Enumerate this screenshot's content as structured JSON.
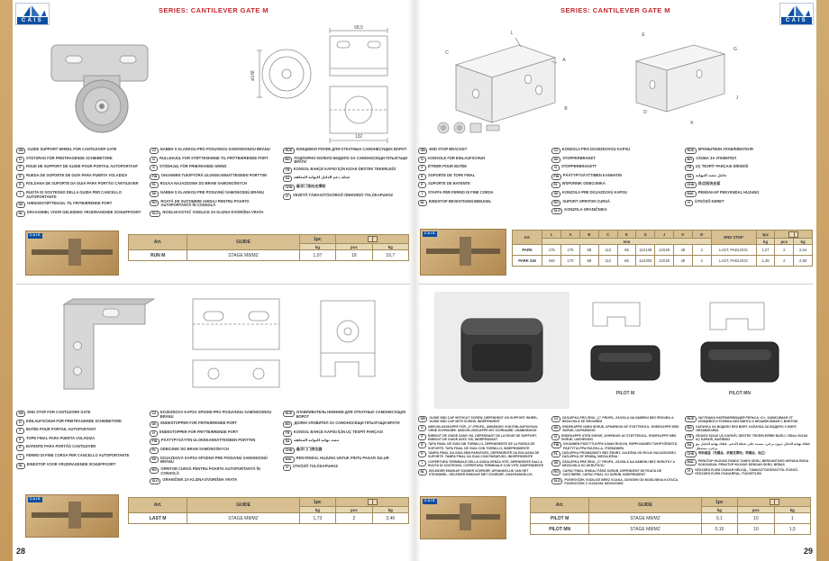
{
  "brand": {
    "name": "CAIS",
    "accent_blue": "#0b4ea2",
    "accent_red": "#c4262e",
    "strip_tan": "#c79d60"
  },
  "pages": [
    {
      "header": "SERIES: CANTILEVER GATE M",
      "number": "28",
      "products": [
        {
          "id": "RUN M",
          "dims": {
            "width": "68,5",
            "length": "132",
            "diameter": "ø148"
          },
          "desc_cols": [
            [
              {
                "code": "GB",
                "text": "GUIDE SUPPORT WHEEL FOR CANTILEVER GATE"
              },
              {
                "code": "D",
                "text": "STÜTZRAD FÜR FREITRAGENDE SCHIEBETORE"
              },
              {
                "code": "F",
                "text": "ROUE DE SUPPORT DE GUIDE POUR PORTAIL AUTOPORTANT"
              },
              {
                "code": "E",
                "text": "RUEDA DE SOPORTE DE GUÍA PARA PUERTA VOLADIZA"
              },
              {
                "code": "P",
                "text": "ROLDANA DE SUPORTE DA GUIA PARA PORTÃO CANTILEVER"
              },
              {
                "code": "I",
                "text": "RUOTA DI SOSTEGNO DELLA GUIDA PER CANCELLO AUTOPORTANTE"
              },
              {
                "code": "DK",
                "text": "HÆNGESTØTTEHJUL TIL FRITBÆRENDE PORT"
              },
              {
                "code": "NL",
                "text": "DRAAGWIEL VOOR GELEIDING VRIJDRAGENDE SCHUIFPOORT"
              }
            ],
            [
              {
                "code": "CZ",
                "text": "NÁBĚH S KLADKOU PRO POSUVNOU SAMONOSNOU BRÁNU"
              },
              {
                "code": "N",
                "text": "RULLEHJUL FOR STØTTESKINNE TIL FRITTBÆRENDE PORT"
              },
              {
                "code": "S",
                "text": "STÖDHJUL FÖR FRIBÄRANDE GRIND"
              },
              {
                "code": "FIN",
                "text": "OHJAIMEN TUKIPYÖRÄ ULOKEKANNATTEISEEN PORTTIIN"
              },
              {
                "code": "PL",
                "text": "ROLKA NAJAZDOWA DO BRAM SAMONOŚNYCH"
              },
              {
                "code": "SK",
                "text": "NÁBEH S KLADKOU PRE POSUVNÚ SAMONOSNÚ BRÁNU"
              },
              {
                "code": "RO",
                "text": "ROATĂ DE SUSȚINERE GHIDAJ PENTRU POARTA AUTOPORTANTĂ ÎN CONSOLĂ"
              },
              {
                "code": "SLO",
                "text": "NOSILNI KOTAČ VODILICE ZA KLIZNA DVORIŠNA VRATA"
              }
            ],
            [
              {
                "code": "RUS",
                "text": "КОНЦЕВОЙ РОЛИК ДЛЯ ОТКАТНЫХ САМОНЕСУЩИХ ВОРОТ"
              },
              {
                "code": "BG",
                "text": "ПОДПОРНО КОЛЕЛО ВОДИЛО ЗА САМОНОСЕЩИ ПЛЪЗГАЩИ ВРАТИ"
              },
              {
                "code": "TR",
                "text": "KONSOL BAHÇE KAPISI İÇİN KIZAK DESTEK TEKERLEĞİ"
              },
              {
                "code": "SA",
                "text": "عجلة دعم الدليل للبوابة المعلقة"
              },
              {
                "code": "CHN",
                "text": "悬浮门导向支撑轮"
              },
              {
                "code": "H",
                "text": "VEZETŐ TÁMASZTÓGÖRGŐ ÖNHORDÓ TOLÓKAPUHOZ"
              }
            ]
          ],
          "table": {
            "header_rows": [
              [
                {
                  "t": "Art.",
                  "rs": 2
                },
                {
                  "t": "GUIDE",
                  "rs": 2
                },
                {
                  "t": "1pc"
                },
                {
                  "icon": "package",
                  "span": 2
                }
              ],
              [
                {
                  "t": "kg"
                },
                {
                  "t": "pcs"
                },
                {
                  "t": "kg"
                }
              ]
            ],
            "rows": [
              [
                "RUN M",
                "STAGE M8/MZ",
                "1,07",
                "18",
                "10,7"
              ]
            ]
          }
        },
        {
          "id": "LAST M",
          "desc_cols": [
            [
              {
                "code": "GB",
                "text": "END STOP FOR CANTILEVER GATE"
              },
              {
                "code": "D",
                "text": "EINLAUFSCHUH FÜR FREITRAGENDE SCHIEBETORE"
              },
              {
                "code": "F",
                "text": "BUTÉE POUR PORTAIL AUTOPORTANT"
              },
              {
                "code": "E",
                "text": "TOPE FINAL PARA PUERTA VOLADIZA"
              },
              {
                "code": "P",
                "text": "BATENTE PARA PORTÃO CANTILEVER"
              },
              {
                "code": "I",
                "text": "FERMO DI FINE CORSA PER CANCELLO AUTOPORTANTE"
              },
              {
                "code": "NL",
                "text": "EINDSTOP VOOR VRIJDRAGENDE SCHUIFPOORT"
              }
            ],
            [
              {
                "code": "CZ",
                "text": "DOJEZDOVÁ KAPSA SPODNÍ PRO POSUVNOU SAMONOSNOU BRÁNU"
              },
              {
                "code": "DK",
                "text": "ENDESTOPPER FOR FRITBÆRENDE PORT"
              },
              {
                "code": "N",
                "text": "ENDESTOPPER FOR FRITTBÆRENDE PORT"
              },
              {
                "code": "FIN",
                "text": "PÄÄTYPYSÄYTIN ULOKEKANNATTEISEEN PORTTIIN"
              },
              {
                "code": "PL",
                "text": "ODBOJNIK DO BRAM SAMONOŚNYCH"
              },
              {
                "code": "SK",
                "text": "DOJAZDOVÁ KAPSA SPODNÁ PRE POSUVNÚ SAMONOSNÚ BRÁNU"
              },
              {
                "code": "RO",
                "text": "OPRITOR CURSĂ PENTRU POARTA AUTOPORTANTĂ ÎN CONSOLĂ"
              },
              {
                "code": "SLO",
                "text": "GRANIČNIK ZA KLIZNA DVORIŠNA VRATA"
              }
            ],
            [
              {
                "code": "RUS",
                "text": "УЛАВЛИВАТЕЛЬ НИЖНИЙ ДЛЯ ОТКАТНЫХ САМОНЕСУЩИХ ВОРОТ"
              },
              {
                "code": "BG",
                "text": "ДОЛЕН УЛОВИТЕЛ ЗА САМОНОСЕЩИ ПЛЪЗГАЩИ ВРАТИ"
              },
              {
                "code": "TR",
                "text": "KONSOL BAHÇE KAPISI İÇİN UÇ TESPİT PARÇASI"
              },
              {
                "code": "SA",
                "text": "مصد نهاية للبوابة المعلقة"
              },
              {
                "code": "CHN",
                "text": "悬浮门门限位器"
              },
              {
                "code": "MAL",
                "text": "PENYENDAL HUJUNG UNTUK PINTU PAGAR JULUR"
              },
              {
                "code": "H",
                "text": "ÜTKÖZŐ TOLÓKAPUHOZ"
              }
            ]
          ],
          "table": {
            "header_rows": [
              [
                {
                  "t": "Art.",
                  "rs": 2
                },
                {
                  "t": "GUIDE",
                  "rs": 2
                },
                {
                  "t": "1pc"
                },
                {
                  "icon": "package",
                  "span": 2
                }
              ],
              [
                {
                  "t": "kg"
                },
                {
                  "t": "pcs"
                },
                {
                  "t": "kg"
                }
              ]
            ],
            "rows": [
              [
                "LAST M",
                "STAGE M8/MZ",
                "1,73",
                "2",
                "3,46"
              ]
            ]
          }
        }
      ]
    },
    {
      "header": "SERIES: CANTILEVER GATE M",
      "number": "29",
      "products": [
        {
          "id": "PARK",
          "letters": [
            "L",
            "A",
            "B",
            "C",
            "E",
            "G",
            "J",
            "K",
            "D"
          ],
          "desc_cols": [
            [
              {
                "code": "GB",
                "text": "END STOP BRACKET"
              },
              {
                "code": "D",
                "text": "KONSOLE FÜR EINLAUFSCHUH"
              },
              {
                "code": "F",
                "text": "ÉTRIER POUR BUTÉE"
              },
              {
                "code": "E",
                "text": "SOPORTE DE TOPE FINAL"
              },
              {
                "code": "P",
                "text": "SUPORTE DE BATENTE"
              },
              {
                "code": "I",
                "text": "STAFFA PER FERMO DI FINE CORSA"
              },
              {
                "code": "NL",
                "text": "EINDSTOP BEVESTIGINGSBEUGEL"
              }
            ],
            [
              {
                "code": "CZ",
                "text": "KONZOLA PRO DOJEZDOVOU KAPSU"
              },
              {
                "code": "DK",
                "text": "STOPPERBRAKET"
              },
              {
                "code": "N",
                "text": "STOPPERBRAKETT"
              },
              {
                "code": "FIN",
                "text": "PÄÄTYPYSÄYTTIMEN KANNATIN"
              },
              {
                "code": "PL",
                "text": "WSPORNIK ODBOJNIKA"
              },
              {
                "code": "SK",
                "text": "KONZOLA PRE DOJAZDOVÚ KAPSU"
              },
              {
                "code": "RO",
                "text": "SUPORT OPRITOR CURSĂ"
              },
              {
                "code": "SLO",
                "text": "KONZOLA GRANIČNIKA"
              }
            ],
            [
              {
                "code": "RUS",
                "text": "КРОНШТЕЙН УЛАВЛИВАТЕЛЯ"
              },
              {
                "code": "BG",
                "text": "СКОБА ЗА УЛОВИТЕЛ"
              },
              {
                "code": "TR",
                "text": "UÇ TESPİT PARÇASI DİRSEĞİ"
              },
              {
                "code": "SA",
                "text": "حامل مصد النهاية"
              },
              {
                "code": "CHN",
                "text": "终点挡块支架"
              },
              {
                "code": "MAL",
                "text": "PENDAKAP PENYENDAL HUJUNG"
              },
              {
                "code": "H",
                "text": "ÜTKÖZŐ-KERET"
              }
            ]
          ],
          "table": {
            "header_rows": [
              [
                {
                  "t": "Art.",
                  "rs": 2
                },
                {
                  "t": "L"
                },
                {
                  "t": "A"
                },
                {
                  "t": "B"
                },
                {
                  "t": "C"
                },
                {
                  "t": "E"
                },
                {
                  "t": "G"
                },
                {
                  "t": "J"
                },
                {
                  "t": "K"
                },
                {
                  "t": "D"
                },
                {
                  "t": "END STOP",
                  "rs": 2
                },
                {
                  "t": "1pc"
                },
                {
                  "icon": "package",
                  "span": 2
                }
              ],
              [
                {
                  "t": "mm",
                  "span": 9
                },
                {
                  "t": "kg"
                },
                {
                  "t": "pcs"
                },
                {
                  "t": "kg"
                }
              ]
            ],
            "rows": [
              [
                "PARK",
                "175",
                "170",
                "88",
                "113",
                "65",
                "11X138",
                "12X28",
                "48",
                "4",
                "LAST, PADLOCK",
                "1,27",
                "2",
                "2,54"
              ],
              [
                "PARK 240",
                "245",
                "170",
                "88",
                "113",
                "85",
                "11X200",
                "12X28",
                "48",
                "4",
                "LAST, PADLOCK",
                "1,48",
                "2",
                "2,96"
              ]
            ]
          }
        },
        {
          "id": "PILOT",
          "variants": [
            "PILOT M",
            "PILOT MN"
          ],
          "desc_cols": [
            [
              {
                "code": "GB",
                "text": "GUIDE END CAP WITHOUT SCREW, DEPENDENT ON SUPPORT WHEEL. GUIDE END CAP WITH SCREW, INDEPENDENT"
              },
              {
                "code": "D",
                "text": "ABSCHLUSSKAPPE FÜR „C“-PROFIL, ABHÄNGIG VON EINLAUFSCHUH, OHNE SCHRAUBE. ABSCHLUSSKAPPE MIT SCHRAUBE, UNABHÄNGIG"
              },
              {
                "code": "F",
                "text": "EMBOUT DE GUIDE SANS VIS, DÉPENDANT DE LA ROUE DE SUPPORT. EMBOUT DE GUIDE AVEC VIS, INDÉPENDANT"
              },
              {
                "code": "E",
                "text": "TAPA FINAL DE GUÍA SIN TORNILLO, DEPENDIENTE DE LA RUEDA DE SOPORTE. TAPA FINAL DE GUÍA CON TORNILLO, INDEPENDIENTE"
              },
              {
                "code": "P",
                "text": "TAMPA FINAL DA GUIA SEM PARAFUSO, DEPENDENTE DA ROLDANA DE SUPORTE. TAMPA FINAL DA GUIA COM PARAFUSO, INDEPENDENTE"
              },
              {
                "code": "I",
                "text": "COPERTURA TERMINALE DELLA GUIDA SENZA VITE, DIPENDENTE DALLA RUOTA DI SOSTEGNO. COPERTURA TERMINALE CON VITE, INDIPENDENTE"
              },
              {
                "code": "NL",
                "text": "GELEIDER EINDKAP ZONDER SCHROEF, AFHANKELIJK VAN HET STEUNWIEL. GELEIDER EINDKAP MET SCHROEF, ONAFHANKELIJK"
              }
            ],
            [
              {
                "code": "CZ",
                "text": "ZÁSLEPKA PRO ŠÍNU „C“ PROFIL, ZÁVISLÁ NA NÁBĚHU BEZ ŠROUBU A NEZÁVISLÁ SE ŠROUBEM"
              },
              {
                "code": "DK",
                "text": "ENDEKAPPE UDEN SKRUE, AFHÆNGIG AF STØTTEHJUL. ENDEKAPPE MED SKRUE, UAFHÆNGIG"
              },
              {
                "code": "N",
                "text": "ENDEKAPPE UTEN SKRUE, AVHENGIG AV STØTTEHJUL. ENDEKAPPE MED SKRUE, UAVHENGIG"
              },
              {
                "code": "FIN",
                "text": "OHJAIMEN PÄÄTYTULPPA ILMAN RUUVIA, RIIPPUVAINEN TUKIPYÖRÄSTÄ. PÄÄTYTULPPA RUUVILLA, ITSENÄINEN"
              },
              {
                "code": "PL",
                "text": "ZAŚLEPKA PROWADNICY BEZ ŚRUBY, ZALEŻNA OD ROLKI NAJAZDOWEJ. ZAŚLEPKA ZE ŚRUBĄ, NIEZALEŻNA"
              },
              {
                "code": "SK",
                "text": "ZÁSLEPKA PRE ŠÍNU „C“ PROFIL, ZÁVISLÁ NA NÁBEHU BEZ SKRUTKY A NEZÁVISLÁ SO SKRUTKOU"
              },
              {
                "code": "RO",
                "text": "CAPAC FINAL GHIDAJ FĂRĂ ȘURUB, DEPENDENT DE ROATA DE SUSȚINERE. CAPAC FINAL CU ȘURUB, INDEPENDENT"
              },
              {
                "code": "SLO",
                "text": "POKROVČEK VODILICE BREZ VIJAKA, ODVISEN OD NOSILNEGA KOTAČA. POKROVČEK Z VIJAKOM, NEODVISEN"
              }
            ],
            [
              {
                "code": "RUS",
                "text": "ЗАГЛУШКА НАПРАВЛЯЮЩЕЙ РЕЛЬСА «С», ЗАВИСИМАЯ ОТ КОНЦЕВОГО РОЛИКА БЕЗ ВИНТА И НЕЗАВИСИМАЯ С ВИНТОМ"
              },
              {
                "code": "BG",
                "text": "КАПАЧКА ЗА ВОДИЛО БЕЗ ВИНТ. КАПАЧКА ЗА ВОДИЛО С ВИНТ, НЕЗАВИСИМА"
              },
              {
                "code": "TR",
                "text": "VİDASIZ KIZAK UÇ KAPAĞI, DESTEK TEKERLEĞİNE BAĞLI. VİDALI KIZAK UÇ KAPAĞI, BAĞIMSIZ"
              },
              {
                "code": "SA",
                "text": "غطاء نهاية الدليل بدون برغي، معتمد على عجلة الدعم. غطاء نهاية الدليل مع برغي، مستقل"
              },
              {
                "code": "CHN",
                "text": "导轨端盖（无螺丝，依赖支撑轮；带螺丝，独立）"
              },
              {
                "code": "MAL",
                "text": "PENUTUP HUJUNG PANDU TANPA SKRU, BERGANTUNG KEPADA RODA SOKONGAN. PENUTUP HUJUNG DENGAN SKRU, BEBAS"
              },
              {
                "code": "H",
                "text": "VÉGZÁRÓ ELEM CSAVAR NÉLKÜL, TÁMASZTÓGÖRGŐTŐL FÜGGŐ. VÉGZÁRÓ ELEM CSAVARRAL, FÜGGETLEN"
              }
            ]
          ],
          "table": {
            "header_rows": [
              [
                {
                  "t": "Art.",
                  "rs": 2
                },
                {
                  "t": "GUIDE",
                  "rs": 2
                },
                {
                  "t": "1pc"
                },
                {
                  "icon": "package",
                  "span": 2
                }
              ],
              [
                {
                  "t": "kg"
                },
                {
                  "t": "pcs"
                },
                {
                  "t": "kg"
                }
              ]
            ],
            "rows": [
              [
                "PILOT M",
                "STAGE M8/MZ",
                "0,1",
                "10",
                "1"
              ],
              [
                "PILOT MN",
                "STAGE M8/MZ",
                "0,15",
                "10",
                "1,5"
              ]
            ]
          }
        }
      ]
    }
  ]
}
